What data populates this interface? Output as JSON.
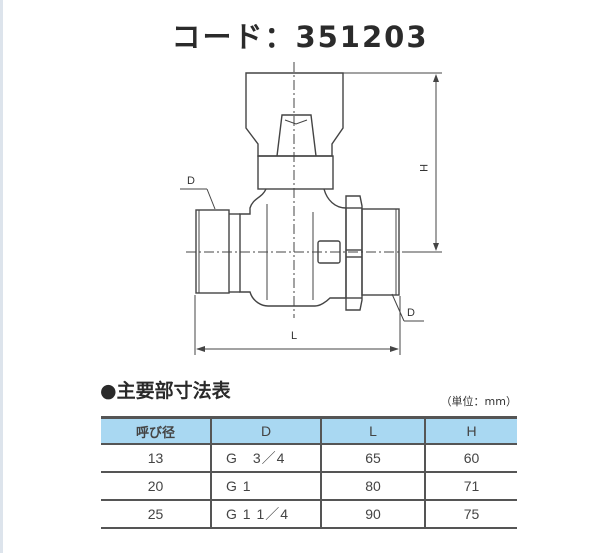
{
  "title": "コード：351203",
  "drawing": {
    "labels": {
      "height": "H",
      "length": "L",
      "diameter_top_left": "D",
      "diameter_bottom_right": "D"
    }
  },
  "section": {
    "bullet": "●",
    "title": "主要部寸法表",
    "unit": "（単位：mm）"
  },
  "table": {
    "headers": [
      "呼び径",
      "D",
      "L",
      "H"
    ],
    "rows": [
      [
        "13",
        "G　3／4",
        "65",
        "60"
      ],
      [
        "20",
        "G 1",
        "80",
        "71"
      ],
      [
        "25",
        "G 1 1／4",
        "90",
        "75"
      ]
    ]
  }
}
